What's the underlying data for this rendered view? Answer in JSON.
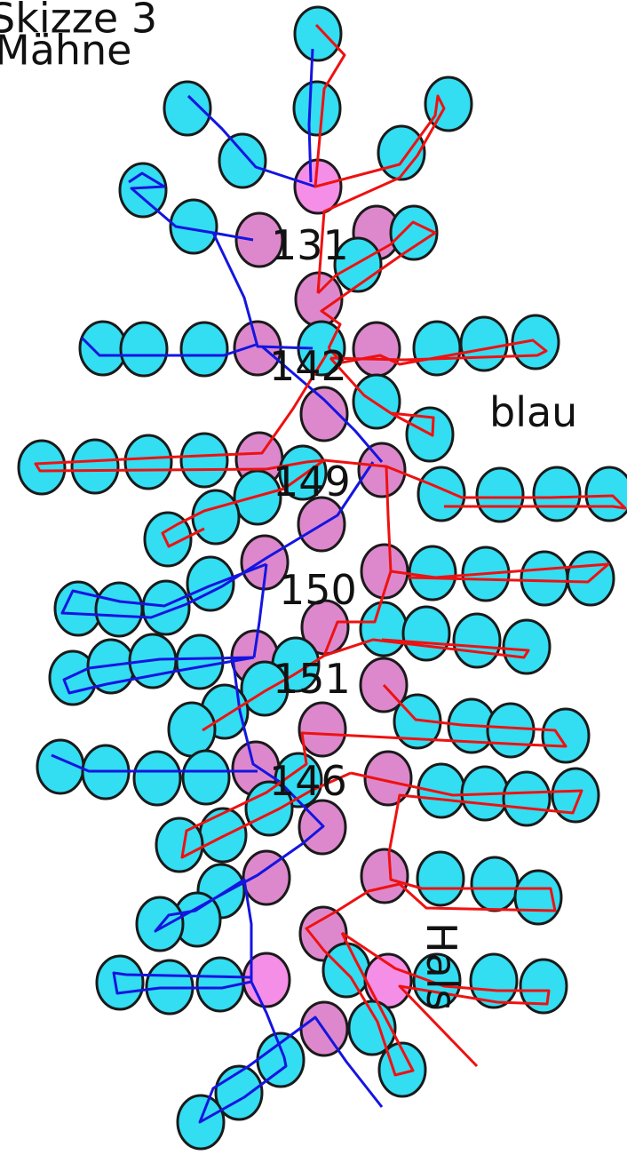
{
  "title": {
    "line1": "Skizze 3",
    "line2": "Mähne"
  },
  "labels": {
    "n131": "131",
    "n142": "142",
    "n149": "149",
    "n150": "150",
    "n151": "151",
    "n146": "146",
    "blau": "blau",
    "hals": "Hals"
  },
  "colors": {
    "cyan_node": "#33ddf2",
    "pink_node": "#dd88cc",
    "light_pink_node": "#f58ee6",
    "node_stroke": "#1a1a1a",
    "blue_path": "#1515e0",
    "red_path": "#ee1111"
  }
}
